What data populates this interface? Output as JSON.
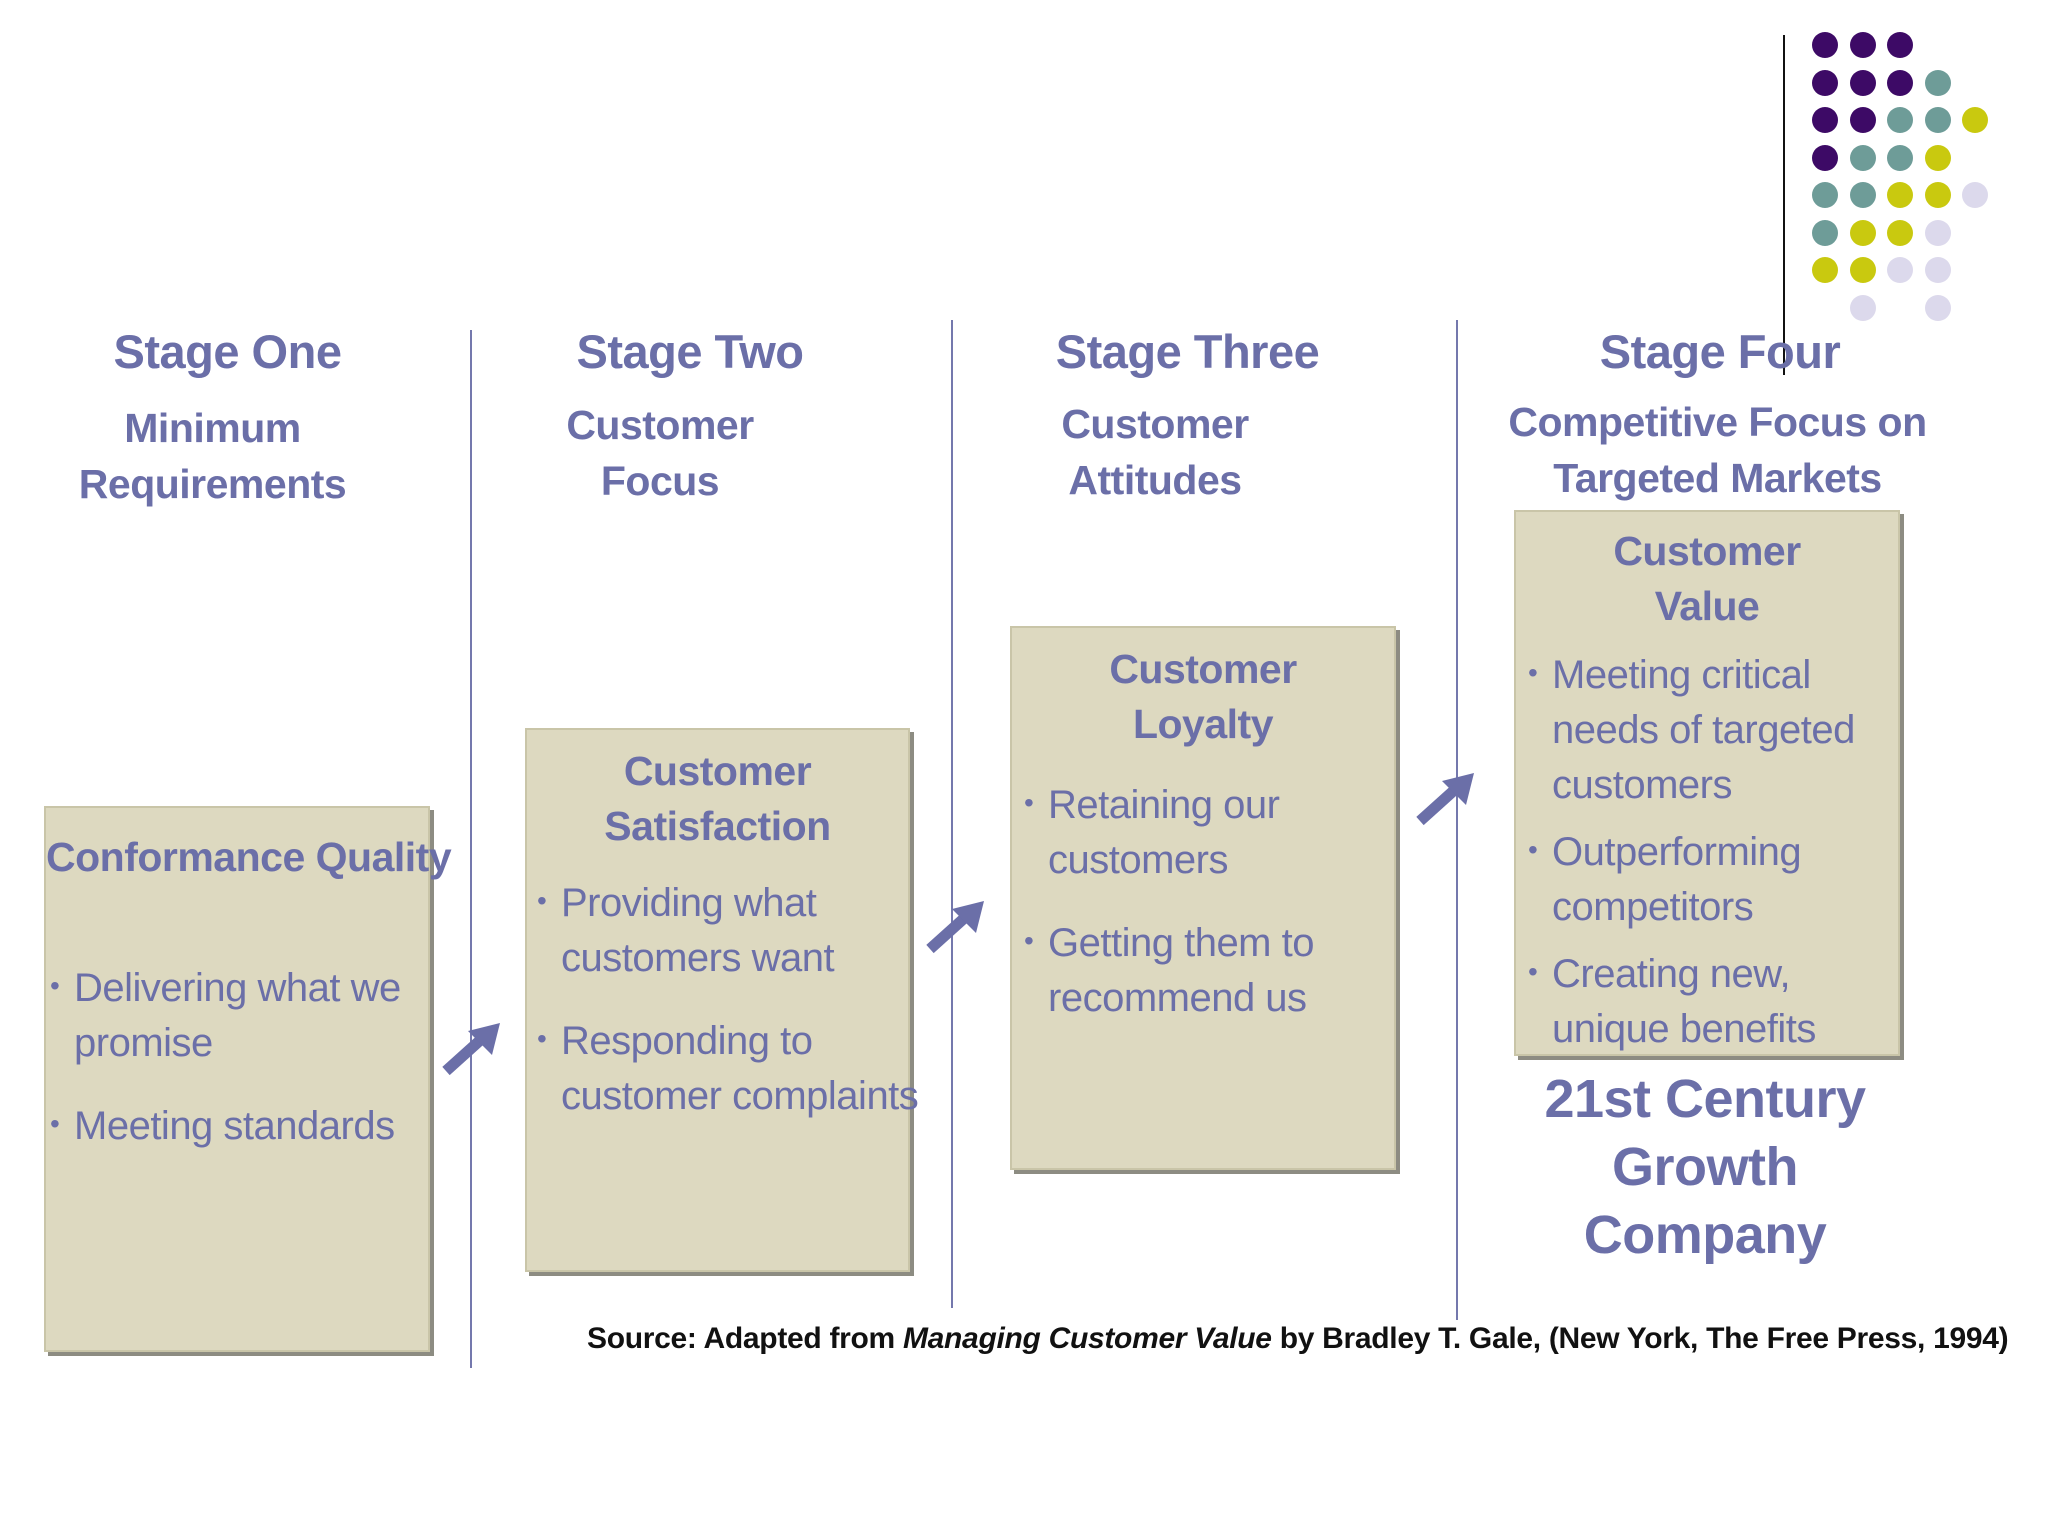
{
  "colors": {
    "accent": "#6b6fa8",
    "box_fill": "#ddd9c0",
    "dot_purple": "#3d0a66",
    "dot_teal": "#6e9c98",
    "dot_yellow": "#c9c90f",
    "dot_lavender": "#dcd9ec"
  },
  "dot_grid": [
    [
      "purple",
      "purple",
      "purple",
      "none",
      "none"
    ],
    [
      "purple",
      "purple",
      "purple",
      "teal",
      "none"
    ],
    [
      "purple",
      "purple",
      "teal",
      "teal",
      "yellow"
    ],
    [
      "purple",
      "teal",
      "teal",
      "yellow",
      "none"
    ],
    [
      "teal",
      "teal",
      "yellow",
      "yellow",
      "lavender"
    ],
    [
      "teal",
      "yellow",
      "yellow",
      "lavender",
      "none"
    ],
    [
      "yellow",
      "yellow",
      "lavender",
      "lavender",
      "none"
    ],
    [
      "none",
      "lavender",
      "none",
      "lavender",
      "none"
    ]
  ],
  "stages": [
    {
      "title": "Stage One",
      "subtitle": "Minimum\nRequirements",
      "box_title": "Conformance Quality",
      "bullets": [
        "Delivering what we promise",
        "Meeting standards"
      ]
    },
    {
      "title": "Stage Two",
      "subtitle": "Customer\nFocus",
      "box_title": "Customer\nSatisfaction",
      "bullets": [
        "Providing what customers want",
        "Responding to customer complaints"
      ]
    },
    {
      "title": "Stage Three",
      "subtitle": "Customer\nAttitudes",
      "box_title": "Customer\nLoyalty",
      "bullets": [
        "Retaining our customers",
        "Getting them to recommend us"
      ]
    },
    {
      "title": "Stage Four",
      "subtitle": "Competitive Focus on\nTargeted Markets",
      "box_title": "Customer\nValue",
      "bullets": [
        "Meeting critical needs of targeted customers",
        "Outperforming competitors",
        "Creating new, unique benefits"
      ]
    }
  ],
  "growth_label": "21st Century\nGrowth\nCompany",
  "source": {
    "prefix": "Source: Adapted from ",
    "book": "Managing Customer Value",
    "suffix": " by Bradley T. Gale, (New York, The Free Press, 1994)"
  }
}
